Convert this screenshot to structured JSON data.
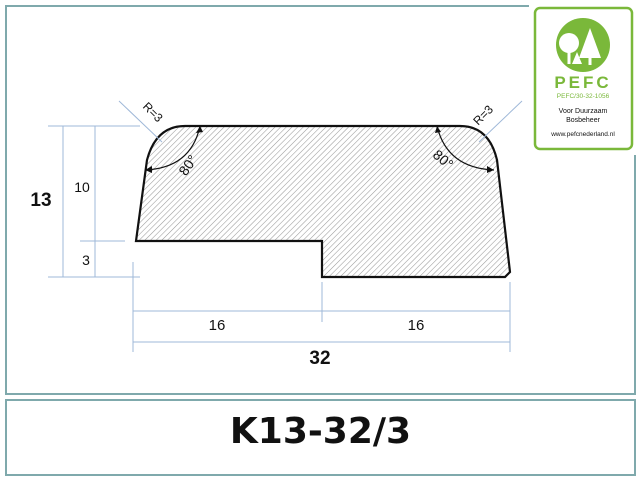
{
  "profile": {
    "name": "K13-32/3",
    "dimensions": {
      "total_height": "13",
      "upper_height": "10",
      "lower_height": "3",
      "left_width": "16",
      "right_width": "16",
      "total_width": "32"
    },
    "angles": {
      "left": "80°",
      "right": "80°"
    },
    "radii": {
      "left": "R=3",
      "right": "R=3"
    }
  },
  "logo": {
    "brand": "PEFC",
    "code": "PEFC/30-32-1056",
    "line1": "Voor Duurzaam",
    "line2": "Bosbeheer",
    "website": "www.pefcnederland.nl",
    "colors": {
      "green": "#7ab83a",
      "text": "#111111"
    }
  },
  "colors": {
    "frame": "#7fa9ac",
    "dimension_line": "#9fb8d8",
    "outline": "#111111"
  }
}
